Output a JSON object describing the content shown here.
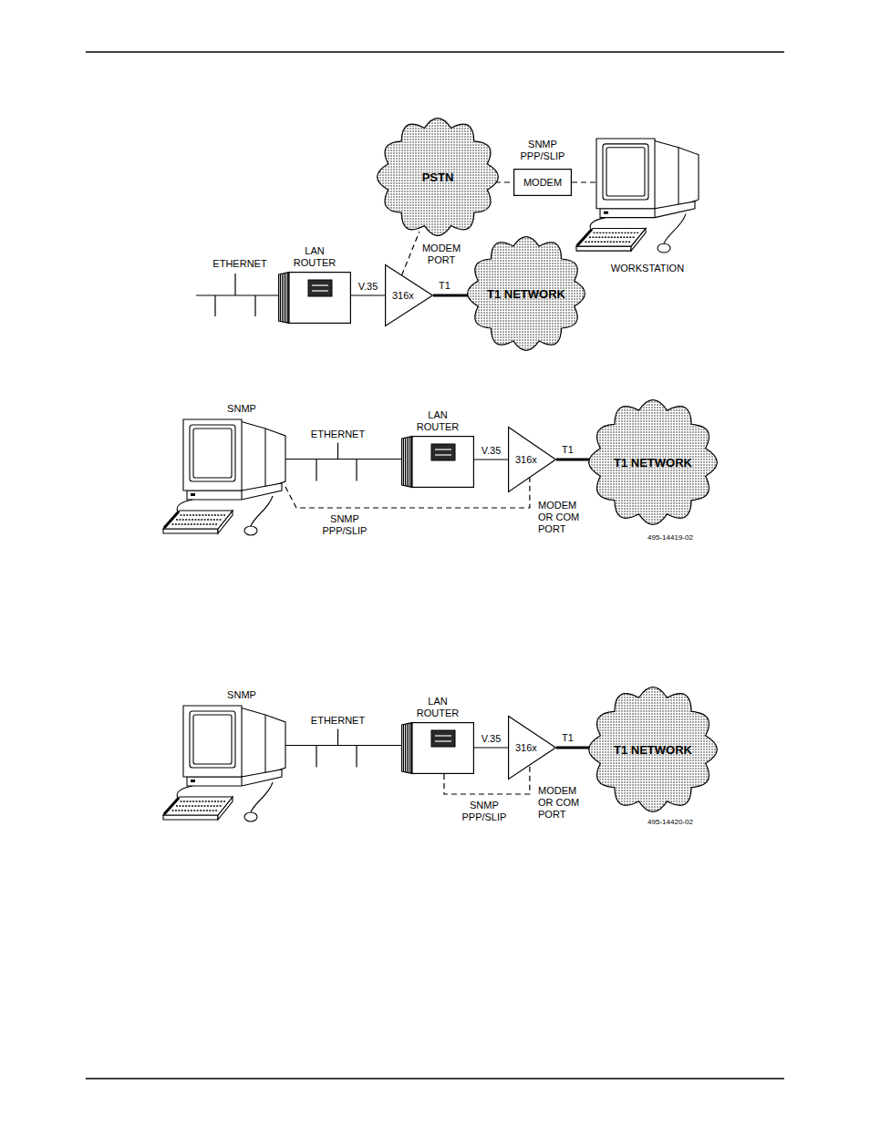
{
  "diagram": {
    "nodes": [
      {
        "text": [
          "PSTN"
        ]
      },
      {
        "text": [
          "MODEM"
        ]
      },
      {
        "text": [
          "WORKSTATION"
        ]
      },
      {
        "text": [
          "LAN ROUTER"
        ]
      },
      {
        "text": [
          "316x"
        ]
      },
      {
        "text": [
          "T1 NETWORK"
        ]
      },
      {
        "text": [
          "SNMP"
        ]
      },
      {
        "text": [
          "LAN ROUTER"
        ]
      },
      {
        "text": [
          "316x"
        ]
      },
      {
        "text": [
          "T1 NETWORK"
        ]
      },
      {
        "text": [
          "SNMP"
        ]
      },
      {
        "text": [
          "LAN ROUTER"
        ]
      },
      {
        "text": [
          "316x"
        ]
      },
      {
        "text": [
          "T1 NETWORK"
        ]
      }
    ],
    "edges": [
      {
        "from": 0,
        "to": 1,
        "arrow": "none"
      },
      {
        "from": 1,
        "to": 2,
        "arrow": "none"
      },
      {
        "from": 4,
        "to": 0,
        "arrow": "none"
      },
      {
        "from": 3,
        "to": 4,
        "label": "V.35",
        "arrow": "none"
      },
      {
        "from": 4,
        "to": 5,
        "label": "T1",
        "arrow": "none"
      },
      {
        "from": 6,
        "to": 7,
        "label": "ETHERNET",
        "arrow": "none"
      },
      {
        "from": 7,
        "to": 8,
        "label": "V.35",
        "arrow": "none"
      },
      {
        "from": 8,
        "to": 9,
        "label": "T1",
        "arrow": "none"
      },
      {
        "from": 6,
        "to": 8,
        "label": "SNMP PPP/SLIP",
        "arrow": "none"
      },
      {
        "from": 10,
        "to": 11,
        "label": "ETHERNET",
        "arrow": "none"
      },
      {
        "from": 11,
        "to": 12,
        "label": "V.35",
        "arrow": "none"
      },
      {
        "from": 12,
        "to": 13,
        "label": "T1",
        "arrow": "none"
      },
      {
        "from": 11,
        "to": 12,
        "label": "SNMP PPP/SLIP",
        "arrow": "none"
      }
    ],
    "labels": [
      "ETHERNET",
      "SNMP PPP/SLIP",
      "MODEM PORT",
      "MODEM OR COM PORT",
      "495-14419-02",
      "MODEM OR COM PORT",
      "495-14420-02"
    ]
  }
}
